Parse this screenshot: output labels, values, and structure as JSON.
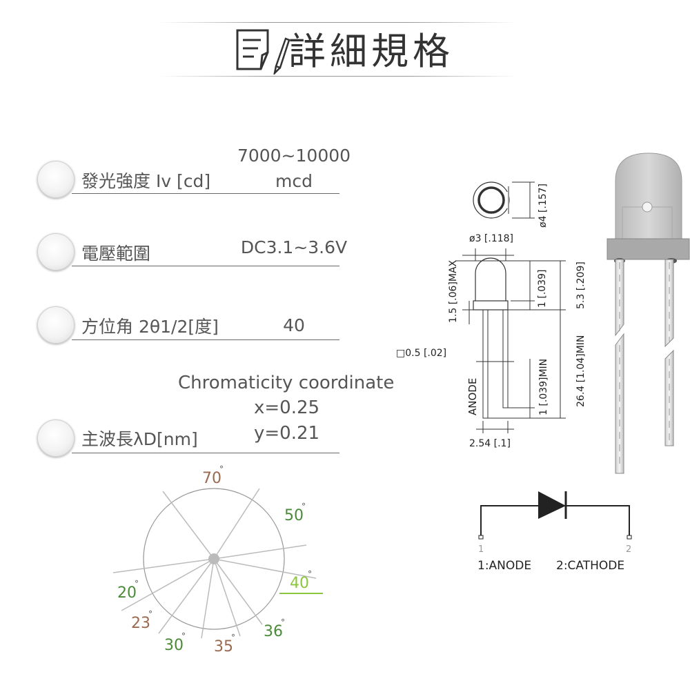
{
  "title": "詳細規格",
  "specs": [
    {
      "label": "發光強度 Iv [cd]",
      "value_line1": "7000~10000",
      "value_line2": "mcd"
    },
    {
      "label": "電壓範圍",
      "value": "DC3.1~3.6V"
    },
    {
      "label": "方位角 2θ1/2[度]",
      "value": "40"
    },
    {
      "label": "主波長λD[nm]"
    }
  ],
  "chromaticity": {
    "heading": "Chromaticity coordinate",
    "x": "x=0.25",
    "y": "y=0.21"
  },
  "angle_diagram": {
    "labels": [
      "70",
      "50",
      "40",
      "20",
      "23",
      "30",
      "35",
      "36"
    ],
    "highlight": "40",
    "colors": {
      "brown": "#9a6a50",
      "green": "#4c8a3a",
      "light_green": "#8cc63f"
    }
  },
  "dimensions": {
    "top_diameter": "ø4 [.157]",
    "body_diameter": "ø3 [.118]",
    "flange": "1.5 [.06]MAX",
    "dome": "1 [.039]",
    "body_height": "5.3 [.209]",
    "lead_size": "□0.5 [.02]",
    "lead_min": "1 [.039]MIN",
    "lead_length": "26.4 [1.04]MIN",
    "pitch": "2.54 [.1]",
    "anode_label": "ANODE"
  },
  "schematic": {
    "pin1": "1",
    "pin2": "2",
    "pin1_label": "1:ANODE",
    "pin2_label": "2:CATHODE"
  }
}
